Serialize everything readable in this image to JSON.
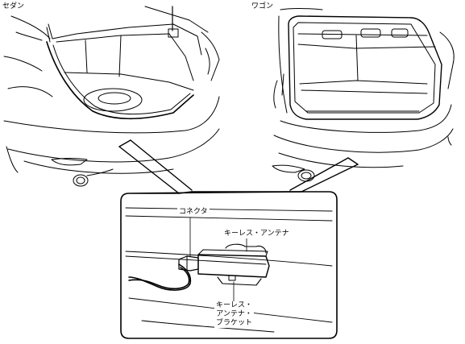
{
  "views": {
    "sedan_label": "セダン",
    "wagon_label": "ワゴン"
  },
  "callout": {
    "connector_label": "コネクタ",
    "antenna_label": "キーレス・アンテナ",
    "bracket_line1": "キーレス・",
    "bracket_line2": "アンテナ・",
    "bracket_line3": "ブラケット"
  },
  "colors": {
    "line": "#000000",
    "background": "#ffffff"
  }
}
